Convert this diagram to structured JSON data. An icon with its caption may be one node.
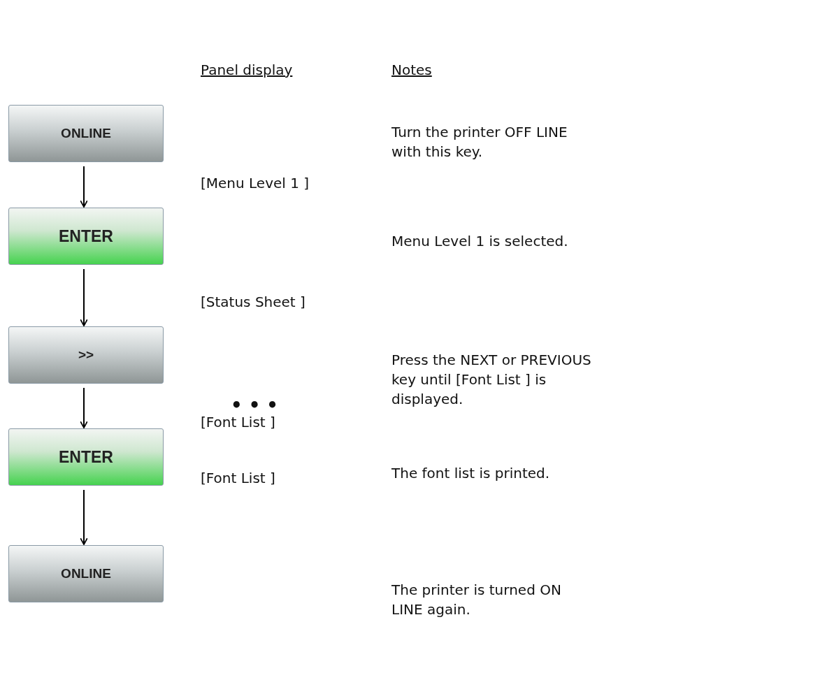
{
  "diagram": {
    "nodes": [
      {
        "text": [
          "ONLINE"
        ]
      },
      {
        "text": [
          "ENTER"
        ]
      },
      {
        "text": [
          ">>"
        ]
      },
      {
        "text": [
          "ENTER"
        ]
      },
      {
        "text": [
          "ONLINE"
        ]
      }
    ],
    "edges": [
      {
        "from": 0,
        "to": 1,
        "arrow": "to"
      },
      {
        "from": 1,
        "to": 2,
        "arrow": "to"
      },
      {
        "from": 2,
        "to": 3,
        "arrow": "to"
      },
      {
        "from": 3,
        "to": 4,
        "arrow": "to"
      }
    ],
    "labels": [
      "Panel display",
      "Notes",
      "Turn the printer OFF LINE with this key.",
      "[Menu Level 1 ]",
      "Menu Level 1 is selected.",
      "[Status Sheet ]",
      "Press the NEXT or PREVIOUS key until [Font List ] is displayed.",
      "• • •",
      "[Font List ]",
      "The font list is printed.",
      "[Font List ]",
      "The printer is turned ON LINE again."
    ]
  }
}
